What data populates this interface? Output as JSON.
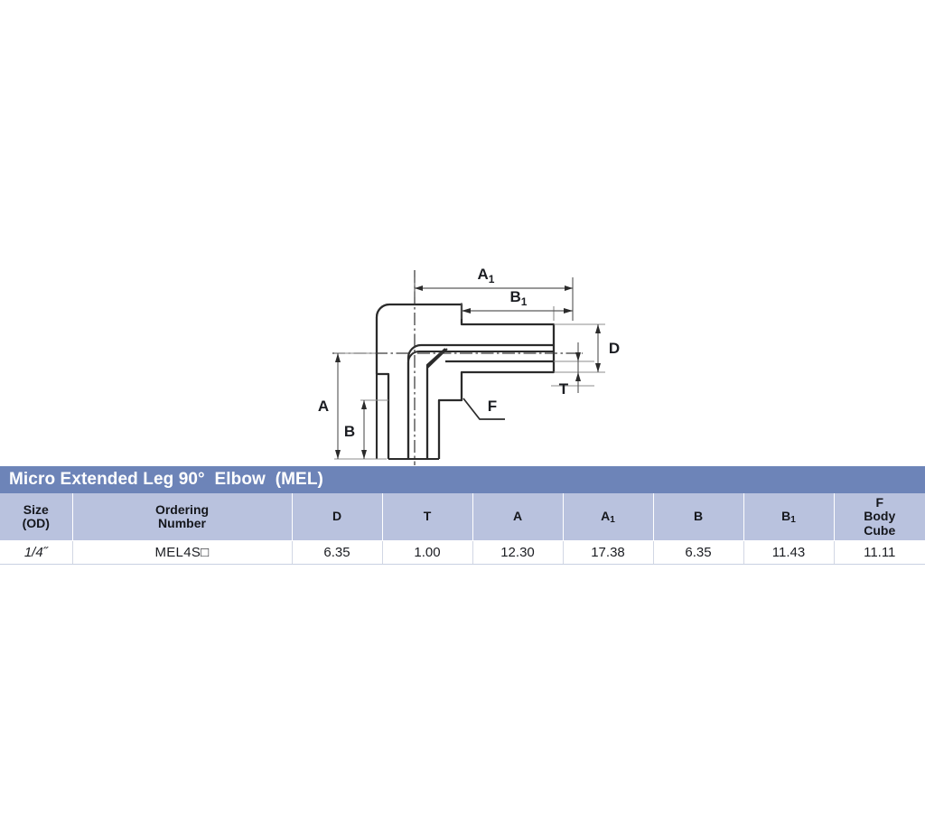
{
  "drawing": {
    "name": "micro-extended-leg-90-elbow-cross-section",
    "dimension_labels": {
      "a": "A",
      "b": "B",
      "a1_base": "A",
      "a1_sub": "1",
      "b1_base": "B",
      "b1_sub": "1",
      "d": "D",
      "t": "T",
      "f": "F"
    }
  },
  "table": {
    "title": "Micro Extended Leg 90°  Elbow  (MEL)",
    "title_bar_color": "#6d84b8",
    "header_bg_color": "#b9c2de",
    "headers": [
      {
        "line1": "Size",
        "line2": "(OD)"
      },
      {
        "line1": "Ordering",
        "line2": "Number"
      },
      {
        "line1": "D",
        "line2": ""
      },
      {
        "line1": "T",
        "line2": ""
      },
      {
        "line1": "A",
        "line2": ""
      },
      {
        "line1": "A",
        "sub": "1",
        "line2": ""
      },
      {
        "line1": "B",
        "line2": ""
      },
      {
        "line1": "B",
        "sub": "1",
        "line2": ""
      },
      {
        "line1": "F",
        "line2": "Body",
        "line3": "Cube"
      }
    ],
    "rows": [
      {
        "size": "1/4˝",
        "ordering_number": "MEL4S",
        "ordering_suffix_box": "□",
        "d": "6.35",
        "t": "1.00",
        "a": "12.30",
        "a1": "17.38",
        "b": "6.35",
        "b1": "11.43",
        "f_body_cube": "11.11"
      }
    ]
  }
}
